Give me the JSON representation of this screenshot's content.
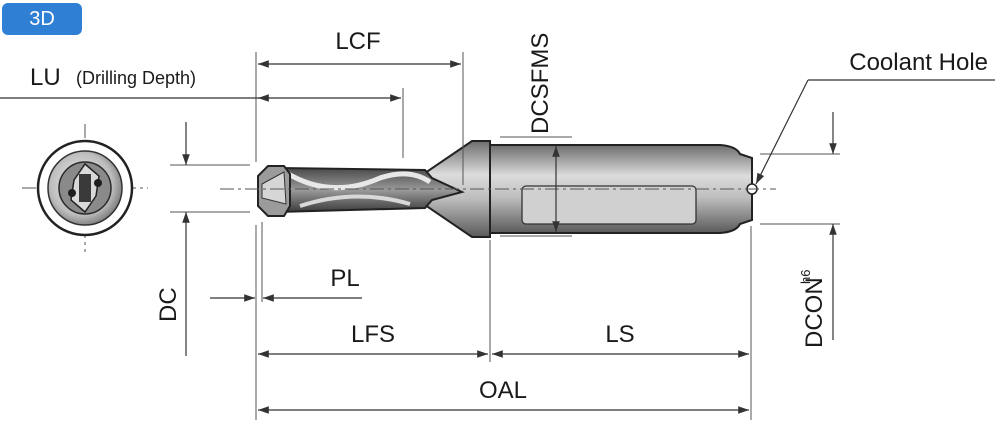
{
  "badge": {
    "label": "3D",
    "color": "#2f7fd4"
  },
  "labels": {
    "lcf": "LCF",
    "lu": "LU",
    "lu_note": "(Drilling Depth)",
    "dcsfms": "DCSFMS",
    "coolant_hole": "Coolant Hole",
    "dc": "DC",
    "pl": "PL",
    "lfs": "LFS",
    "ls": "LS",
    "oal": "OAL",
    "dcon": "DCON",
    "dcon_tol": "h6"
  }
}
